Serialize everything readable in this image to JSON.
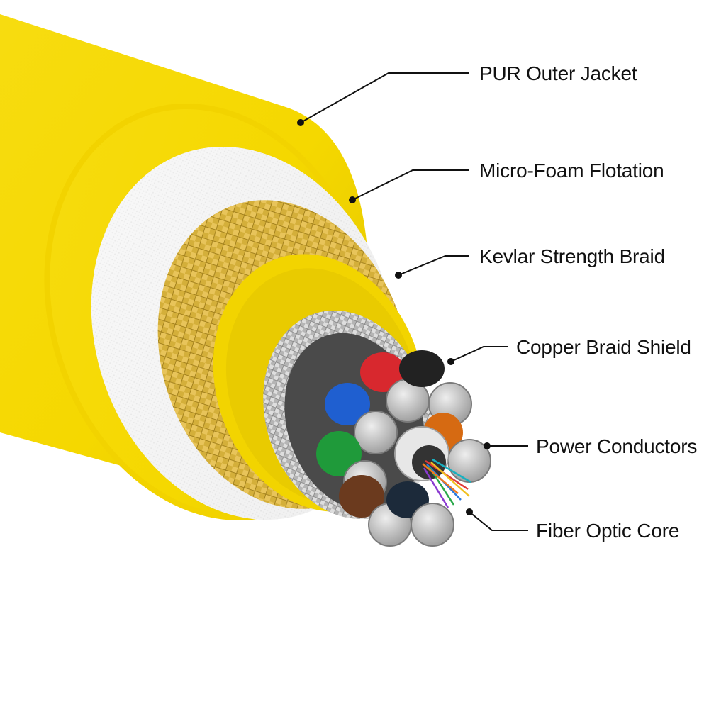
{
  "diagram": {
    "labels": {
      "outer_jacket": "PUR Outer Jacket",
      "foam": "Micro-Foam Flotation",
      "kevlar": "Kevlar Strength Braid",
      "copper": "Copper Braid Shield",
      "power": "Power Conductors",
      "fiber": "Fiber Optic Core"
    }
  }
}
